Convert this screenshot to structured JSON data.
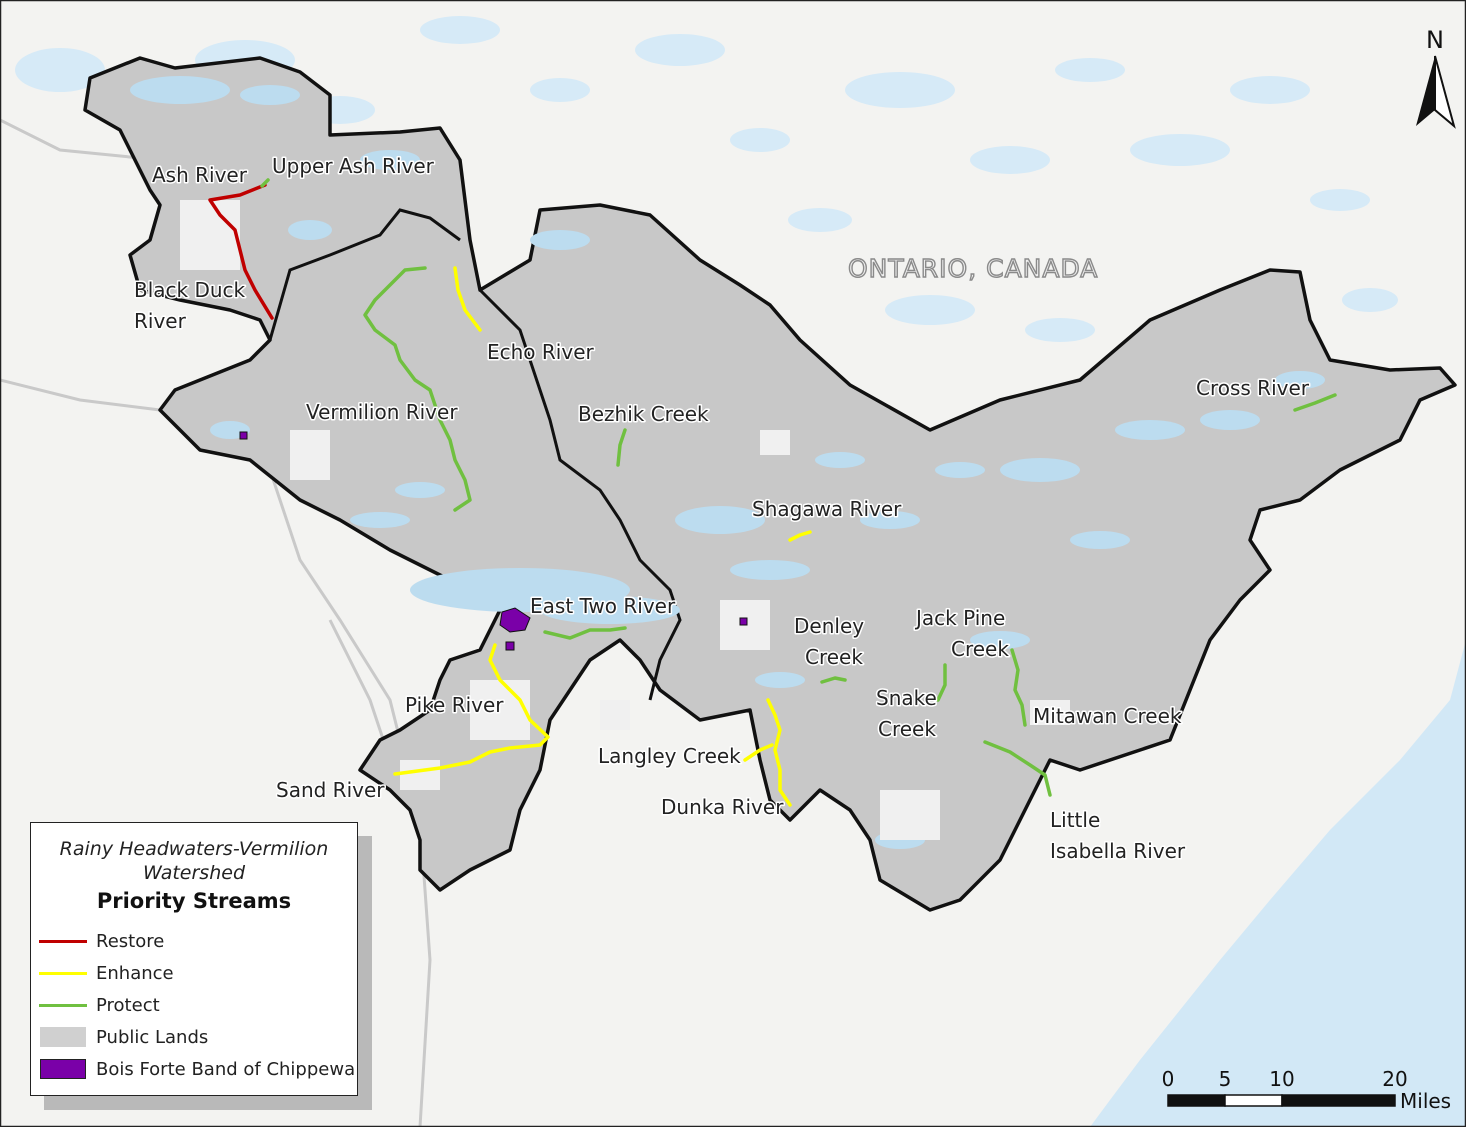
{
  "map": {
    "country_label": "ONTARIO, CANADA",
    "stream_labels": [
      {
        "id": "upper-ash-river",
        "text": "Upper Ash River"
      },
      {
        "id": "ash-river",
        "text": "Ash River"
      },
      {
        "id": "black-duck-river-1",
        "text": "Black Duck"
      },
      {
        "id": "black-duck-river-2",
        "text": "River"
      },
      {
        "id": "echo-river",
        "text": "Echo River"
      },
      {
        "id": "vermilion-river",
        "text": "Vermilion River"
      },
      {
        "id": "bezhik-creek",
        "text": "Bezhik Creek"
      },
      {
        "id": "cross-river",
        "text": "Cross River"
      },
      {
        "id": "shagawa-river",
        "text": "Shagawa River"
      },
      {
        "id": "east-two-river",
        "text": "East Two River"
      },
      {
        "id": "denley-creek-1",
        "text": "Denley"
      },
      {
        "id": "denley-creek-2",
        "text": "Creek"
      },
      {
        "id": "jack-pine-creek-1",
        "text": "Jack Pine"
      },
      {
        "id": "jack-pine-creek-2",
        "text": "Creek"
      },
      {
        "id": "snake-creek-1",
        "text": "Snake"
      },
      {
        "id": "snake-creek-2",
        "text": "Creek"
      },
      {
        "id": "mitawan-creek",
        "text": "Mitawan Creek"
      },
      {
        "id": "pike-river",
        "text": "Pike River"
      },
      {
        "id": "langley-creek",
        "text": "Langley Creek"
      },
      {
        "id": "dunka-river",
        "text": "Dunka River"
      },
      {
        "id": "sand-river",
        "text": "Sand River"
      },
      {
        "id": "little-isabella-river-1",
        "text": "Little"
      },
      {
        "id": "little-isabella-river-2",
        "text": "Isabella River"
      }
    ]
  },
  "legend": {
    "title": "Rainy Headwaters-Vermilion Watershed",
    "heading": "Priority Streams",
    "items": [
      {
        "label": "Restore",
        "color": "#c00000",
        "kind": "line"
      },
      {
        "label": "Enhance",
        "color": "#ffff00",
        "kind": "line"
      },
      {
        "label": "Protect",
        "color": "#70c040",
        "kind": "line"
      },
      {
        "label": "Public Lands",
        "color": "#d0d0d0",
        "kind": "box"
      },
      {
        "label": "Bois Forte Band of Chippewa",
        "color": "#7a00a8",
        "kind": "box"
      }
    ]
  },
  "north_arrow": {
    "label": "N"
  },
  "scale_bar": {
    "ticks": [
      "0",
      "5",
      "10",
      "20"
    ],
    "unit": "Miles"
  },
  "colors": {
    "watershed_fill": "#c8c8c8",
    "water": "#bcdcef",
    "lake_superior": "#cfe6f6",
    "restore": "#c00000",
    "enhance": "#ffff00",
    "protect": "#70c040",
    "bois_forte": "#7a00a8"
  }
}
